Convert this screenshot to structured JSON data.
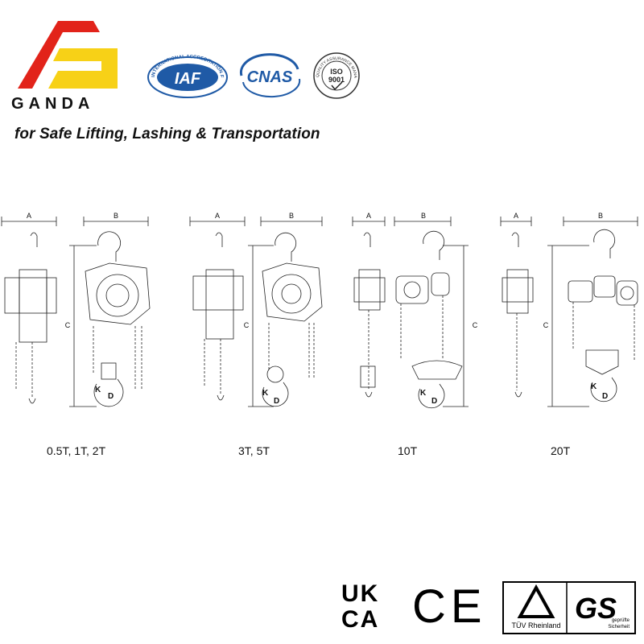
{
  "brand": {
    "name": "GANDA",
    "tagline": "for Safe Lifting, Lashing & Transportation",
    "logo_red": "#e2231a",
    "logo_yellow": "#f7d117"
  },
  "certifications": {
    "iaf": {
      "ring_text": "INTERNATIONAL ACCREDITATION FORUM",
      "mark": "IAF",
      "color": "#1f5aa6"
    },
    "cnas": {
      "mark": "CNAS",
      "color": "#1f5aa6"
    },
    "iso": {
      "ring_text": "QUALITY ASSURANCE MANAGEMENT",
      "line1": "ISO",
      "line2": "9001"
    }
  },
  "diagrams": [
    {
      "caption": "0.5T, 1T, 2T",
      "labels": {
        "a": "A",
        "b": "B",
        "c": "C",
        "k": "K",
        "d": "D"
      }
    },
    {
      "caption": "3T, 5T",
      "labels": {
        "a": "A",
        "b": "B",
        "c": "C",
        "k": "K",
        "d": "D"
      }
    },
    {
      "caption": "10T",
      "labels": {
        "a": "A",
        "b": "B",
        "c": "C",
        "k": "K",
        "d": "D"
      }
    },
    {
      "caption": "20T",
      "labels": {
        "a": "A",
        "b": "B",
        "c": "C",
        "k": "K",
        "d": "D"
      }
    }
  ],
  "compliance_marks": {
    "ukca": {
      "line1": "UK",
      "line2": "CA"
    },
    "ce": "CE",
    "tuv": "TÜV Rheinland",
    "gs": {
      "mark": "GS",
      "sub1": "geprüfte",
      "sub2": "Sicherheit"
    }
  }
}
